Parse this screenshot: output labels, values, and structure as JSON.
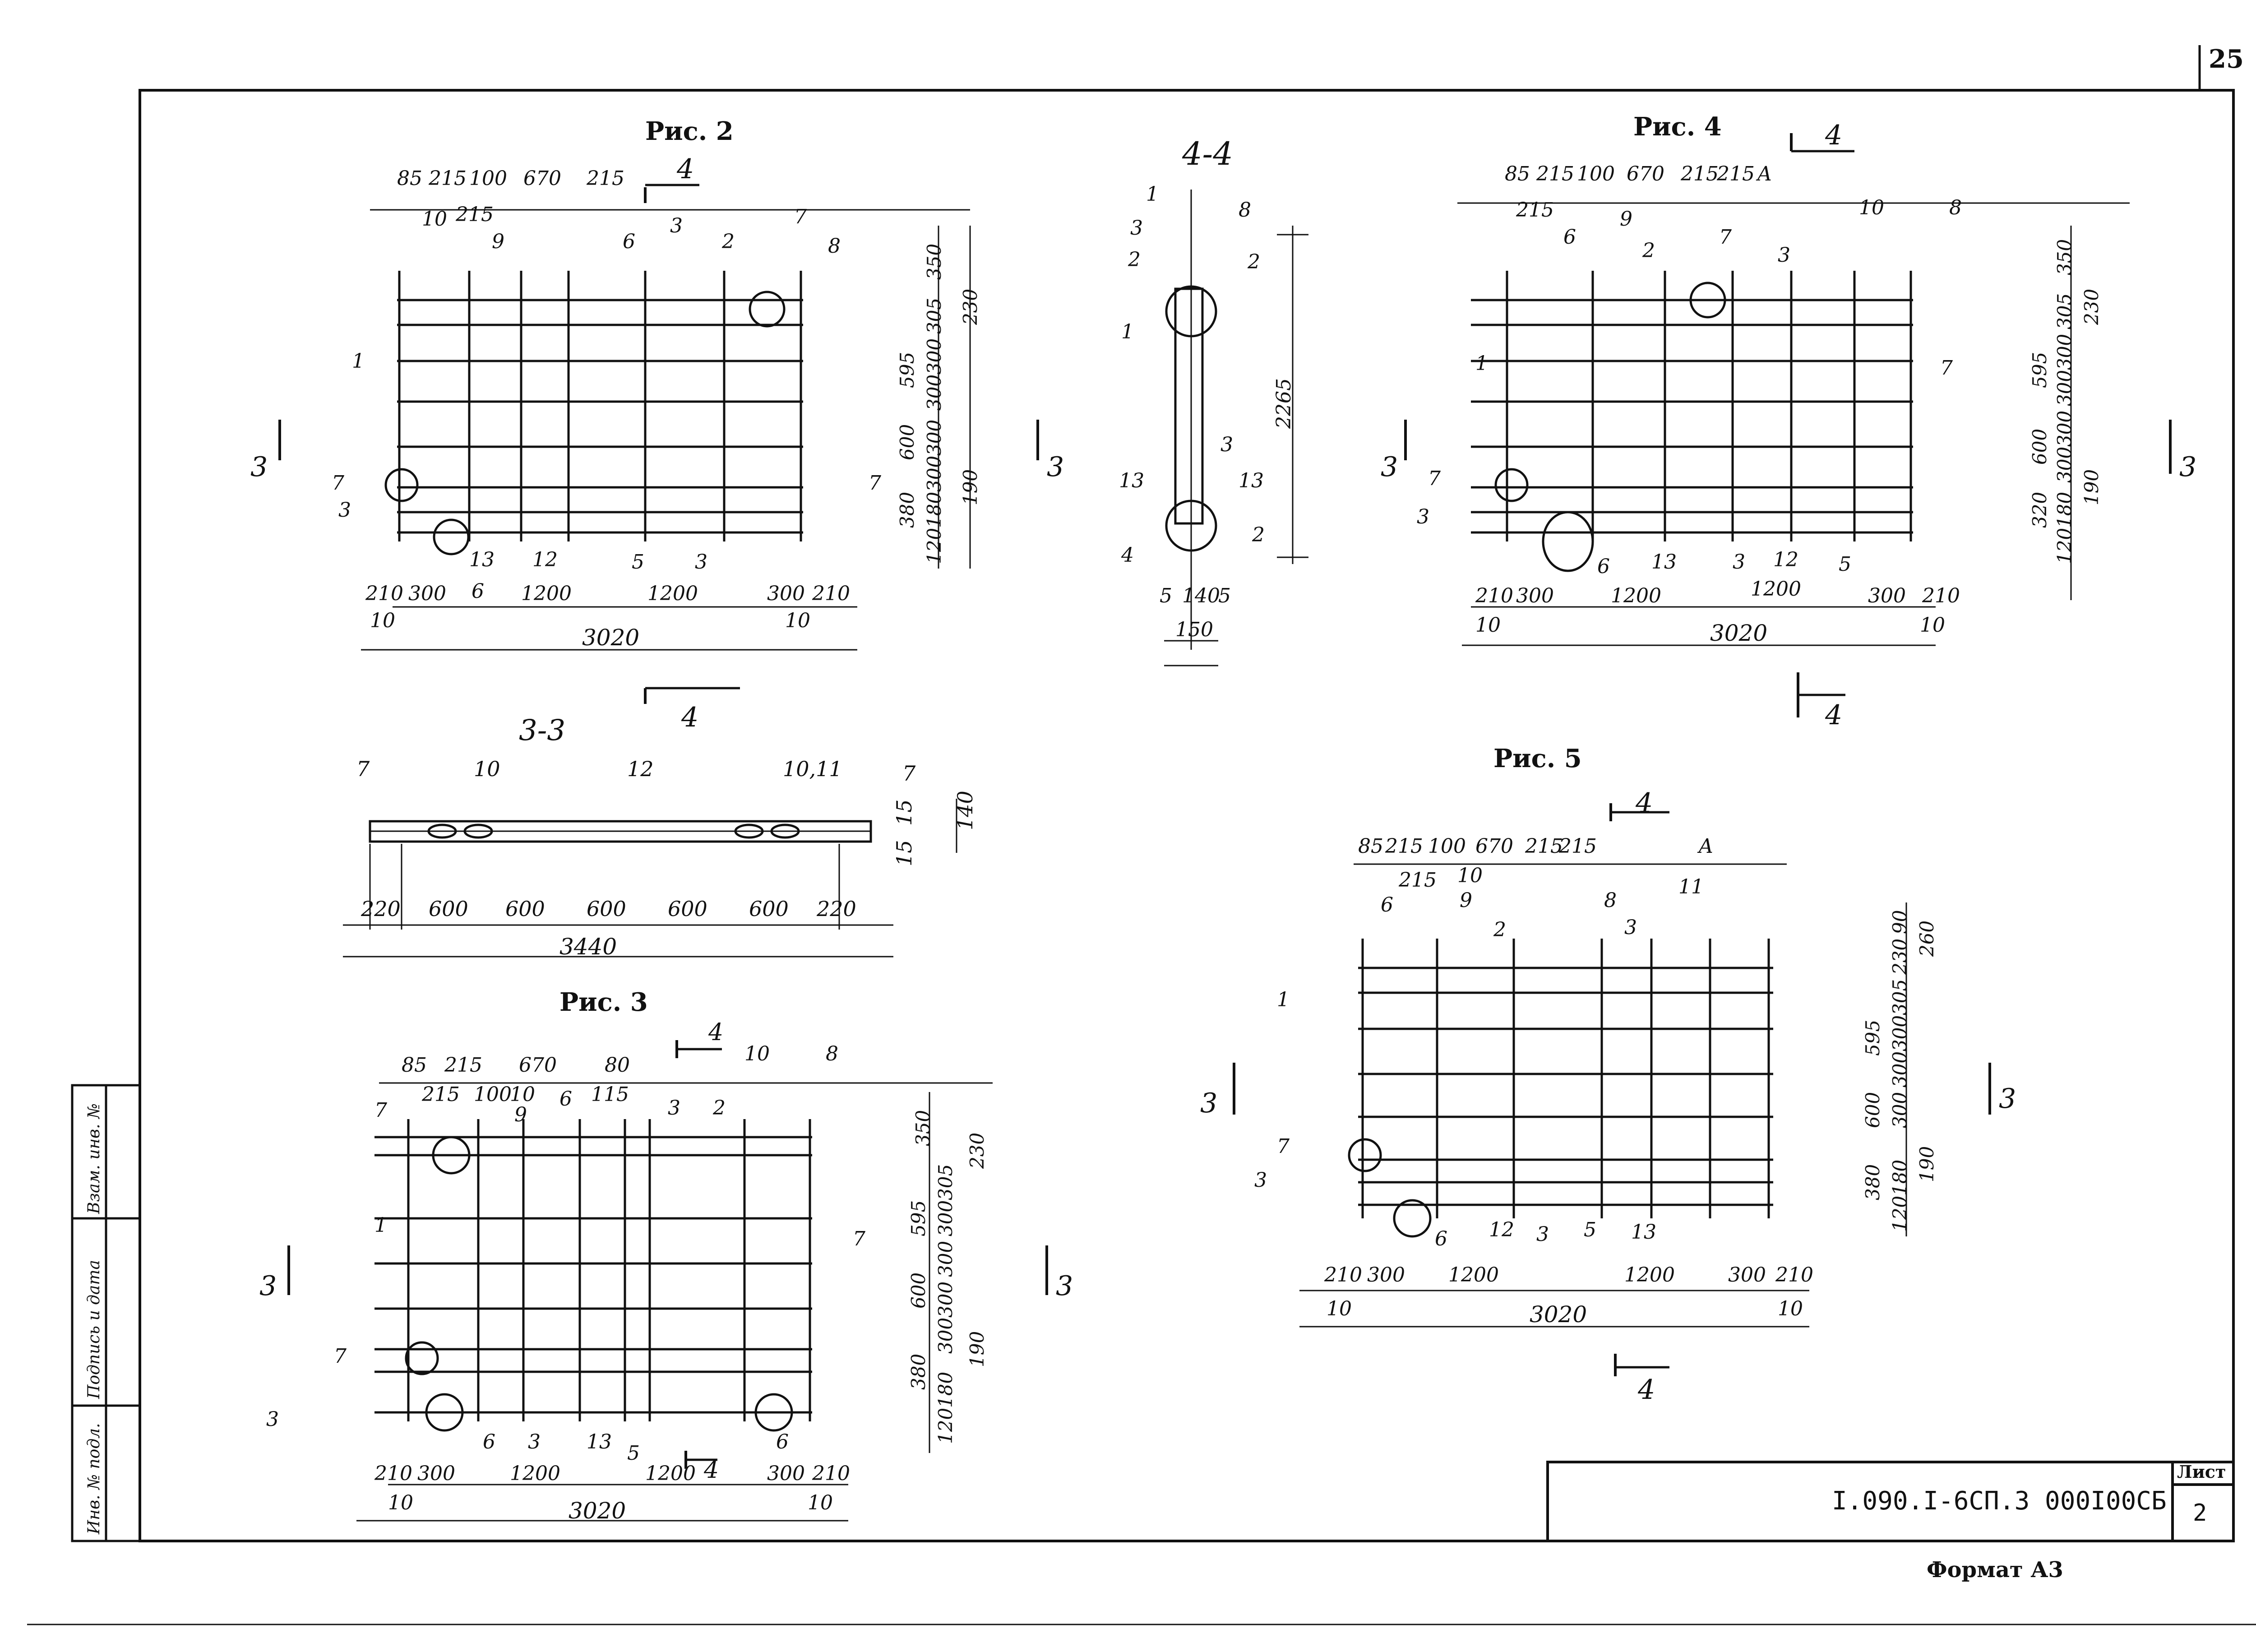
{
  "page": {
    "number": "25",
    "format_text": "Формат  А3",
    "doc_code": "I.090.I-6СП.3  000I00СБ",
    "sheet_label": "Лист",
    "sheet_number": "2"
  },
  "side_stamp": {
    "cells": [
      "Инв. № подл.",
      "Подпись и дата",
      "Взам. инв. №"
    ]
  },
  "figures": {
    "fig2": {
      "title": "Рис. 2",
      "top_dims": [
        "85",
        "215",
        "100",
        "670",
        "215"
      ],
      "extra_dim": "215",
      "bottom_dims": [
        "210",
        "300",
        "1200",
        "1200",
        "300",
        "210"
      ],
      "edge_dims": [
        "10",
        "10"
      ],
      "total": "3020",
      "right_dims": [
        "350",
        "230",
        "305",
        "300",
        "300",
        "595",
        "300",
        "300",
        "600",
        "380",
        "180",
        "120",
        "190"
      ],
      "callouts": [
        "10",
        "9",
        "6",
        "3",
        "2",
        "7",
        "8",
        "1",
        "7",
        "3",
        "7",
        "13",
        "6",
        "12",
        "5",
        "3"
      ],
      "section_mark": "4",
      "section_left": "3",
      "section_right": "3"
    },
    "fig3": {
      "title": "Рис. 3",
      "top_dims": [
        "85",
        "215",
        "670",
        "80",
        "215",
        "100",
        "10",
        "115"
      ],
      "bottom_dims": [
        "210",
        "300",
        "1200",
        "1200",
        "300",
        "210"
      ],
      "edge_dims": [
        "10",
        "10"
      ],
      "total": "3020",
      "right_dims": [
        "350",
        "230",
        "305",
        "300",
        "300",
        "595",
        "600",
        "300",
        "300",
        "380",
        "180",
        "120",
        "190"
      ],
      "callouts": [
        "7",
        "9",
        "6",
        "3",
        "2",
        "8",
        "10",
        "1",
        "7",
        "7",
        "3",
        "6",
        "3",
        "13",
        "5",
        "6"
      ],
      "section_mark": "4",
      "section_left": "3",
      "section_right": "3"
    },
    "fig4": {
      "title": "Рис. 4",
      "top_dims": [
        "85",
        "215",
        "100",
        "670",
        "215",
        "215",
        "A"
      ],
      "extra_dim": "215",
      "bottom_dims": [
        "210",
        "300",
        "1200",
        "1200",
        "300",
        "210"
      ],
      "edge_dims": [
        "10",
        "10"
      ],
      "total": "3020",
      "right_dims": [
        "350",
        "230",
        "305",
        "300",
        "300",
        "595",
        "300",
        "300",
        "600",
        "320",
        "180",
        "120",
        "190"
      ],
      "callouts": [
        "6",
        "9",
        "2",
        "7",
        "3",
        "10",
        "8",
        "1",
        "7",
        "7",
        "3",
        "6",
        "13",
        "3",
        "12",
        "5"
      ],
      "section_mark": "4",
      "section_left": "3",
      "section_right": "3"
    },
    "fig5": {
      "title": "Рис. 5",
      "top_dims": [
        "85",
        "215",
        "100",
        "670",
        "215",
        "215",
        "A"
      ],
      "extra_dims": [
        "215",
        "10"
      ],
      "bottom_dims": [
        "210",
        "300",
        "1200",
        "1200",
        "300",
        "210"
      ],
      "edge_dims": [
        "10",
        "10"
      ],
      "total": "3020",
      "right_dims": [
        "90",
        "230",
        "260",
        "305",
        "300",
        "300",
        "595",
        "600",
        "300",
        "380",
        "180",
        "120",
        "190"
      ],
      "callouts": [
        "6",
        "9",
        "2",
        "8",
        "3",
        "11",
        "1",
        "7",
        "3",
        "6",
        "12",
        "3",
        "5",
        "13"
      ],
      "section_mark": "4",
      "section_left": "3",
      "section_right": "3"
    },
    "sec33": {
      "title": "3-3",
      "callouts": [
        "7",
        "10",
        "12",
        "10,11",
        "7"
      ],
      "dims": [
        "220",
        "600",
        "600",
        "600",
        "600",
        "600",
        "220"
      ],
      "total": "3440",
      "right_dims": [
        "15",
        "140",
        "15"
      ]
    },
    "sec44": {
      "title": "4-4",
      "callouts": [
        "1",
        "3",
        "8",
        "2",
        "2",
        "1",
        "3",
        "13",
        "13",
        "4",
        "2"
      ],
      "height": "2265",
      "bottom_dims": [
        "5",
        "140",
        "5"
      ],
      "total": "150"
    }
  }
}
